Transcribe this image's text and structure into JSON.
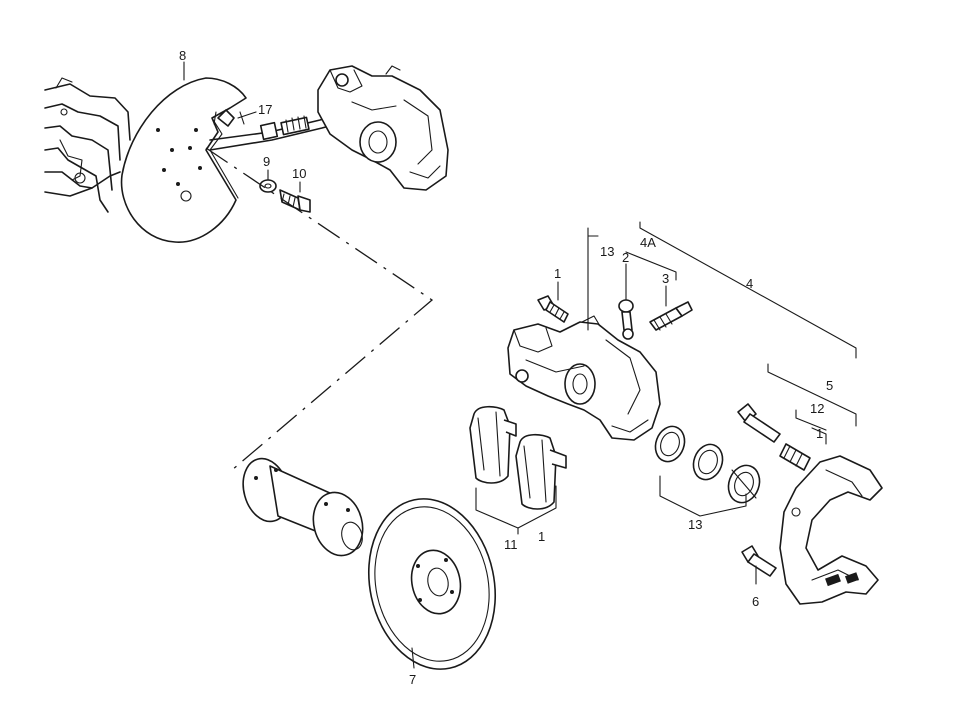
{
  "labels": {
    "l1a": "1",
    "l1b": "1",
    "l1c": "1",
    "l2": "2",
    "l3": "3",
    "l4": "4",
    "l4a": "4A",
    "l5": "5",
    "l6": "6",
    "l7": "7",
    "l8": "8",
    "l9": "9",
    "l10": "10",
    "l11": "11",
    "l12": "12",
    "l13a": "13",
    "l13b": "13",
    "l17": "17"
  }
}
